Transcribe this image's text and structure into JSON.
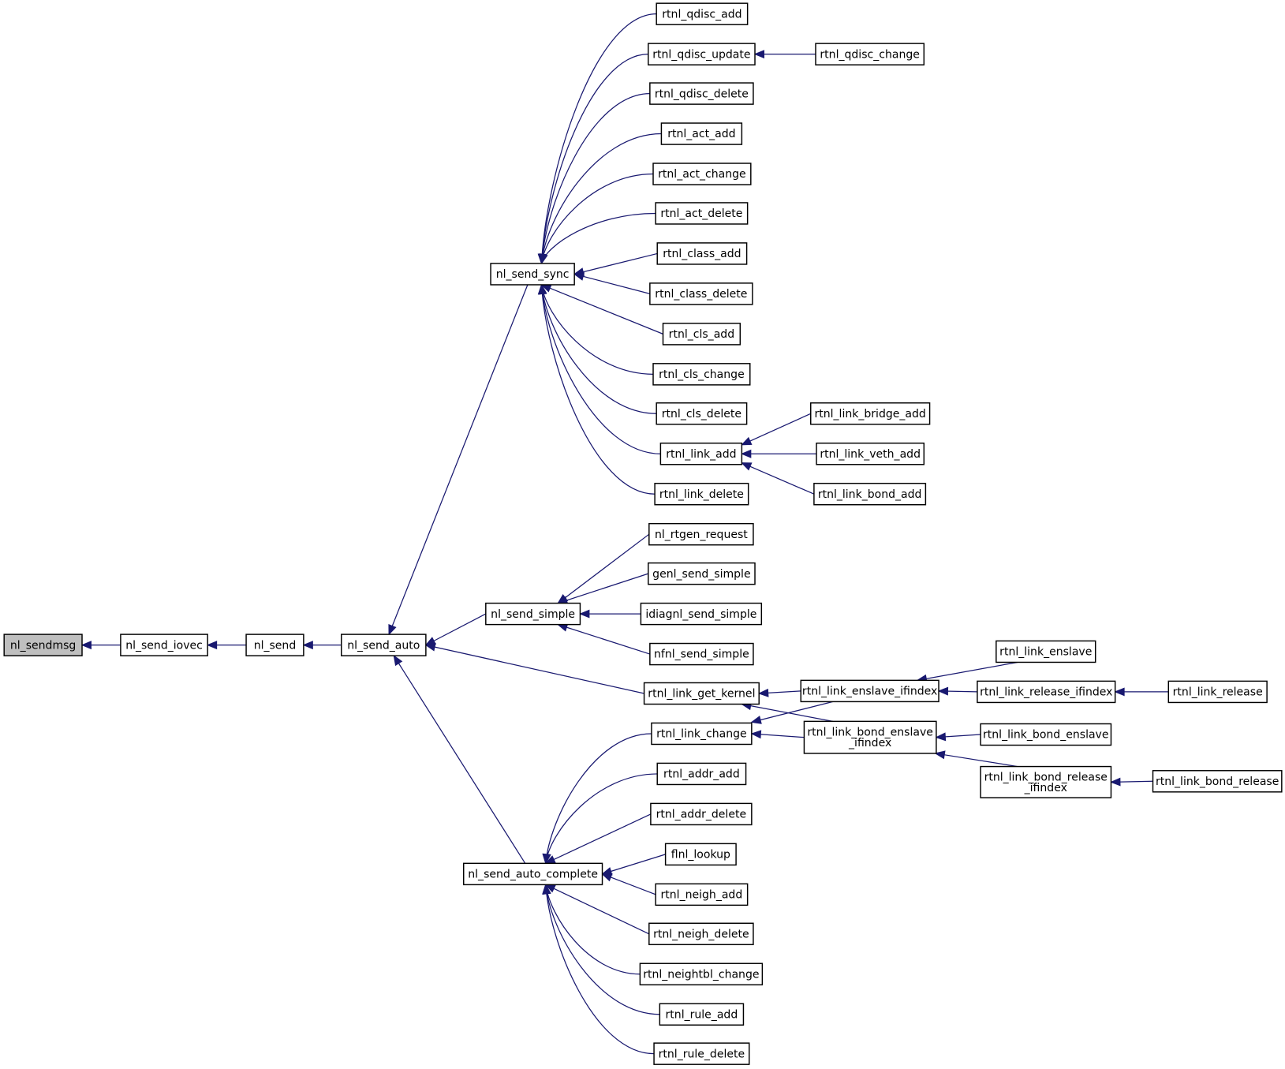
{
  "diagram": {
    "nodes": [
      {
        "id": "nl_sendmsg",
        "lines": [
          "nl_sendmsg"
        ],
        "root": true
      },
      {
        "id": "nl_send_iovec",
        "lines": [
          "nl_send_iovec"
        ]
      },
      {
        "id": "nl_send",
        "lines": [
          "nl_send"
        ]
      },
      {
        "id": "nl_send_auto",
        "lines": [
          "nl_send_auto"
        ]
      },
      {
        "id": "nl_send_sync",
        "lines": [
          "nl_send_sync"
        ]
      },
      {
        "id": "nl_send_simple",
        "lines": [
          "nl_send_simple"
        ]
      },
      {
        "id": "nl_send_auto_complete",
        "lines": [
          "nl_send_auto_complete"
        ]
      },
      {
        "id": "rtnl_link_get_kernel",
        "lines": [
          "rtnl_link_get_kernel"
        ]
      },
      {
        "id": "rtnl_qdisc_add",
        "lines": [
          "rtnl_qdisc_add"
        ]
      },
      {
        "id": "rtnl_qdisc_update",
        "lines": [
          "rtnl_qdisc_update"
        ]
      },
      {
        "id": "rtnl_qdisc_delete",
        "lines": [
          "rtnl_qdisc_delete"
        ]
      },
      {
        "id": "rtnl_act_add",
        "lines": [
          "rtnl_act_add"
        ]
      },
      {
        "id": "rtnl_act_change",
        "lines": [
          "rtnl_act_change"
        ]
      },
      {
        "id": "rtnl_act_delete",
        "lines": [
          "rtnl_act_delete"
        ]
      },
      {
        "id": "rtnl_class_add",
        "lines": [
          "rtnl_class_add"
        ]
      },
      {
        "id": "rtnl_class_delete",
        "lines": [
          "rtnl_class_delete"
        ]
      },
      {
        "id": "rtnl_cls_add",
        "lines": [
          "rtnl_cls_add"
        ]
      },
      {
        "id": "rtnl_cls_change",
        "lines": [
          "rtnl_cls_change"
        ]
      },
      {
        "id": "rtnl_cls_delete",
        "lines": [
          "rtnl_cls_delete"
        ]
      },
      {
        "id": "rtnl_link_add",
        "lines": [
          "rtnl_link_add"
        ]
      },
      {
        "id": "rtnl_link_delete",
        "lines": [
          "rtnl_link_delete"
        ]
      },
      {
        "id": "rtnl_qdisc_change",
        "lines": [
          "rtnl_qdisc_change"
        ]
      },
      {
        "id": "rtnl_link_bridge_add",
        "lines": [
          "rtnl_link_bridge_add"
        ]
      },
      {
        "id": "rtnl_link_veth_add",
        "lines": [
          "rtnl_link_veth_add"
        ]
      },
      {
        "id": "rtnl_link_bond_add",
        "lines": [
          "rtnl_link_bond_add"
        ]
      },
      {
        "id": "nl_rtgen_request",
        "lines": [
          "nl_rtgen_request"
        ]
      },
      {
        "id": "genl_send_simple",
        "lines": [
          "genl_send_simple"
        ]
      },
      {
        "id": "idiagnl_send_simple",
        "lines": [
          "idiagnl_send_simple"
        ]
      },
      {
        "id": "nfnl_send_simple",
        "lines": [
          "nfnl_send_simple"
        ]
      },
      {
        "id": "rtnl_link_enslave_ifindex",
        "lines": [
          "rtnl_link_enslave_ifindex"
        ]
      },
      {
        "id": "rtnl_link_bond_enslave_ifindex",
        "lines": [
          "rtnl_link_bond_enslave",
          "_ifindex"
        ]
      },
      {
        "id": "rtnl_link_enslave",
        "lines": [
          "rtnl_link_enslave"
        ]
      },
      {
        "id": "rtnl_link_release_ifindex",
        "lines": [
          "rtnl_link_release_ifindex"
        ]
      },
      {
        "id": "rtnl_link_release",
        "lines": [
          "rtnl_link_release"
        ]
      },
      {
        "id": "rtnl_link_bond_enslave",
        "lines": [
          "rtnl_link_bond_enslave"
        ]
      },
      {
        "id": "rtnl_link_bond_release_ifindex",
        "lines": [
          "rtnl_link_bond_release",
          "_ifindex"
        ]
      },
      {
        "id": "rtnl_link_bond_release",
        "lines": [
          "rtnl_link_bond_release"
        ]
      },
      {
        "id": "rtnl_link_change",
        "lines": [
          "rtnl_link_change"
        ]
      },
      {
        "id": "rtnl_addr_add",
        "lines": [
          "rtnl_addr_add"
        ]
      },
      {
        "id": "rtnl_addr_delete",
        "lines": [
          "rtnl_addr_delete"
        ]
      },
      {
        "id": "flnl_lookup",
        "lines": [
          "flnl_lookup"
        ]
      },
      {
        "id": "rtnl_neigh_add",
        "lines": [
          "rtnl_neigh_add"
        ]
      },
      {
        "id": "rtnl_neigh_delete",
        "lines": [
          "rtnl_neigh_delete"
        ]
      },
      {
        "id": "rtnl_neightbl_change",
        "lines": [
          "rtnl_neightbl_change"
        ]
      },
      {
        "id": "rtnl_rule_add",
        "lines": [
          "rtnl_rule_add"
        ]
      },
      {
        "id": "rtnl_rule_delete",
        "lines": [
          "rtnl_rule_delete"
        ]
      }
    ],
    "edges": [
      {
        "from": "nl_send_iovec",
        "to": "nl_sendmsg"
      },
      {
        "from": "nl_send",
        "to": "nl_send_iovec"
      },
      {
        "from": "nl_send_auto",
        "to": "nl_send"
      },
      {
        "from": "nl_send_sync",
        "to": "nl_send_auto"
      },
      {
        "from": "nl_send_simple",
        "to": "nl_send_auto"
      },
      {
        "from": "rtnl_link_get_kernel",
        "to": "nl_send_auto"
      },
      {
        "from": "nl_send_auto_complete",
        "to": "nl_send_auto"
      },
      {
        "from": "rtnl_qdisc_add",
        "to": "nl_send_sync"
      },
      {
        "from": "rtnl_qdisc_update",
        "to": "nl_send_sync"
      },
      {
        "from": "rtnl_qdisc_delete",
        "to": "nl_send_sync"
      },
      {
        "from": "rtnl_act_add",
        "to": "nl_send_sync"
      },
      {
        "from": "rtnl_act_change",
        "to": "nl_send_sync"
      },
      {
        "from": "rtnl_act_delete",
        "to": "nl_send_sync"
      },
      {
        "from": "rtnl_class_add",
        "to": "nl_send_sync"
      },
      {
        "from": "rtnl_class_delete",
        "to": "nl_send_sync"
      },
      {
        "from": "rtnl_cls_add",
        "to": "nl_send_sync"
      },
      {
        "from": "rtnl_cls_change",
        "to": "nl_send_sync"
      },
      {
        "from": "rtnl_cls_delete",
        "to": "nl_send_sync"
      },
      {
        "from": "rtnl_link_add",
        "to": "nl_send_sync"
      },
      {
        "from": "rtnl_link_delete",
        "to": "nl_send_sync"
      },
      {
        "from": "rtnl_qdisc_change",
        "to": "rtnl_qdisc_update"
      },
      {
        "from": "rtnl_link_bridge_add",
        "to": "rtnl_link_add"
      },
      {
        "from": "rtnl_link_veth_add",
        "to": "rtnl_link_add"
      },
      {
        "from": "rtnl_link_bond_add",
        "to": "rtnl_link_add"
      },
      {
        "from": "nl_rtgen_request",
        "to": "nl_send_simple"
      },
      {
        "from": "genl_send_simple",
        "to": "nl_send_simple"
      },
      {
        "from": "idiagnl_send_simple",
        "to": "nl_send_simple"
      },
      {
        "from": "nfnl_send_simple",
        "to": "nl_send_simple"
      },
      {
        "from": "rtnl_link_enslave_ifindex",
        "to": "rtnl_link_get_kernel"
      },
      {
        "from": "rtnl_link_bond_enslave_ifindex",
        "to": "rtnl_link_get_kernel"
      },
      {
        "from": "rtnl_link_enslave",
        "to": "rtnl_link_enslave_ifindex"
      },
      {
        "from": "rtnl_link_release_ifindex",
        "to": "rtnl_link_enslave_ifindex"
      },
      {
        "from": "rtnl_link_release",
        "to": "rtnl_link_release_ifindex"
      },
      {
        "from": "rtnl_link_bond_enslave",
        "to": "rtnl_link_bond_enslave_ifindex"
      },
      {
        "from": "rtnl_link_bond_release_ifindex",
        "to": "rtnl_link_bond_enslave_ifindex"
      },
      {
        "from": "rtnl_link_bond_release",
        "to": "rtnl_link_bond_release_ifindex"
      },
      {
        "from": "rtnl_link_enslave_ifindex",
        "to": "rtnl_link_change"
      },
      {
        "from": "rtnl_link_bond_enslave_ifindex",
        "to": "rtnl_link_change"
      },
      {
        "from": "rtnl_link_change",
        "to": "nl_send_auto_complete"
      },
      {
        "from": "rtnl_addr_add",
        "to": "nl_send_auto_complete"
      },
      {
        "from": "rtnl_addr_delete",
        "to": "nl_send_auto_complete"
      },
      {
        "from": "flnl_lookup",
        "to": "nl_send_auto_complete"
      },
      {
        "from": "rtnl_neigh_add",
        "to": "nl_send_auto_complete"
      },
      {
        "from": "rtnl_neigh_delete",
        "to": "nl_send_auto_complete"
      },
      {
        "from": "rtnl_neightbl_change",
        "to": "nl_send_auto_complete"
      },
      {
        "from": "rtnl_rule_add",
        "to": "nl_send_auto_complete"
      },
      {
        "from": "rtnl_rule_delete",
        "to": "nl_send_auto_complete"
      }
    ]
  }
}
